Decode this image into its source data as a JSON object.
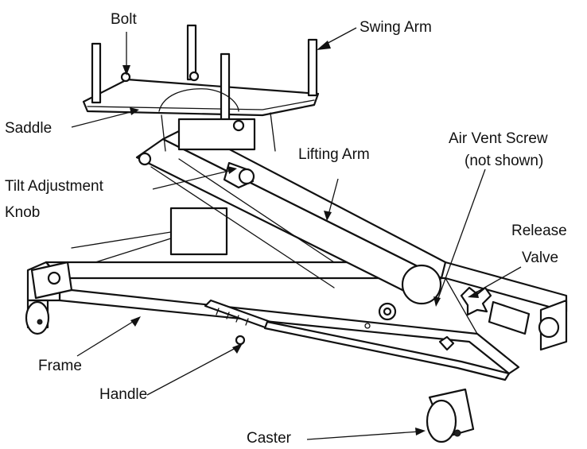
{
  "labels": {
    "bolt": "Bolt",
    "swing_arm": "Swing Arm",
    "saddle": "Saddle",
    "air_vent_line1": "Air Vent Screw",
    "air_vent_line2": "(not shown)",
    "lifting_arm": "Lifting Arm",
    "tilt_line1": "Tilt Adjustment",
    "tilt_line2": "Knob",
    "release_line1": "Release",
    "release_line2": "Valve",
    "frame": "Frame",
    "handle": "Handle",
    "caster": "Caster"
  }
}
